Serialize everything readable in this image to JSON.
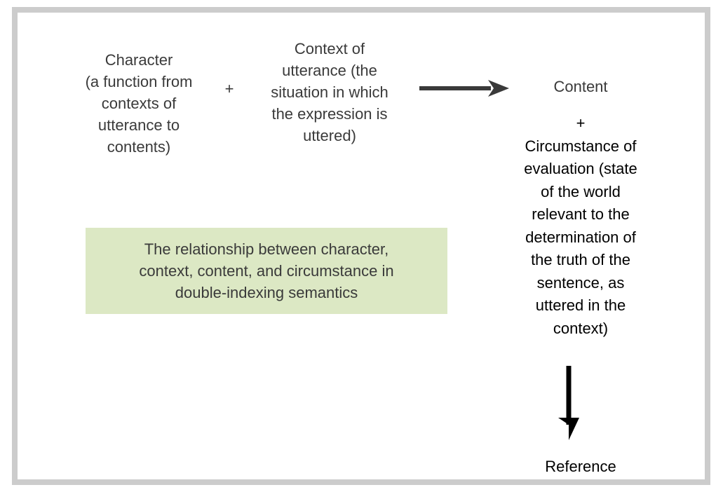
{
  "figure": {
    "background_color": "#ffffff",
    "frame_color": "#cccccc",
    "accent_color": "#dce8c4",
    "text_color_primary": "#3a3a3a",
    "text_color_strong": "#000000",
    "arrow_color_horizontal": "#3a3a3a",
    "arrow_color_vertical": "#000000"
  },
  "terms": {
    "character": "Character\n(a function from\ncontexts of\nutterance to\ncontents)",
    "plus_left": "+",
    "context": "Context of\nutterance (the\nsituation in which\nthe expression is\nuttered)",
    "content": "Content",
    "plus_right": "+",
    "circumstance": "+\nCircumstance of\nevaluation (state\nof the world\nrelevant to the\ndetermination of\nthe truth of the\nsentence, as\nuttered in the\ncontext)",
    "reference": "Reference"
  },
  "arrows": {
    "horizontal_label": "arrow-right",
    "vertical_label": "arrow-down"
  },
  "caption": {
    "text": "The relationship between character,\ncontext, content, and circumstance in\ndouble-indexing semantics"
  }
}
